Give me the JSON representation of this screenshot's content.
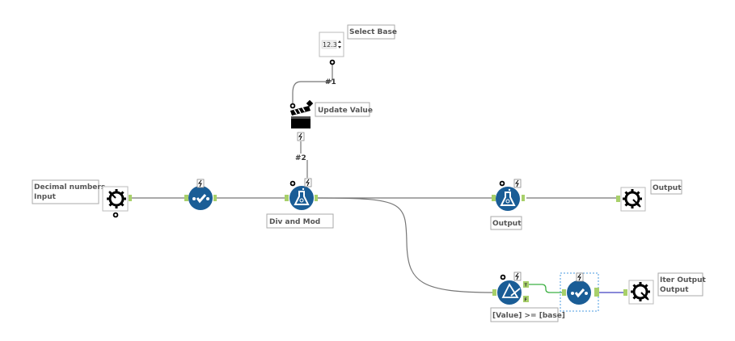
{
  "colors": {
    "tool_blue": "#1a5d96",
    "anchor_green": "#a8d06a",
    "true_connection": "#3cb043",
    "output_connection": "#4040c0",
    "selection": "#4a9be0"
  },
  "nodes": {
    "input": {
      "label": [
        "Decimal numbers",
        "Input"
      ],
      "icon": "macro-input-icon"
    },
    "select1": {
      "icon": "select-check-icon"
    },
    "div_mod": {
      "label": "Div and Mod",
      "icon": "formula-flask-icon"
    },
    "select_base": {
      "label": "Select Base",
      "value": "12.3",
      "icon": "numeric-up-down-icon"
    },
    "update_value": {
      "label": "Update Value",
      "icon": "action-clapper-icon"
    },
    "output_formula": {
      "label": "Output",
      "icon": "formula-flask-icon"
    },
    "output_macro": {
      "label": "Output",
      "icon": "macro-output-icon"
    },
    "filter": {
      "label": "[Value] >= [base]",
      "true_anchor": "T",
      "false_anchor": "F",
      "icon": "filter-icon"
    },
    "select2": {
      "icon": "select-check-icon"
    },
    "iter_output": {
      "label": [
        "Iter Output",
        "Output"
      ],
      "icon": "macro-output-icon"
    }
  },
  "connections": {
    "c1": "#1",
    "c2": "#2"
  }
}
